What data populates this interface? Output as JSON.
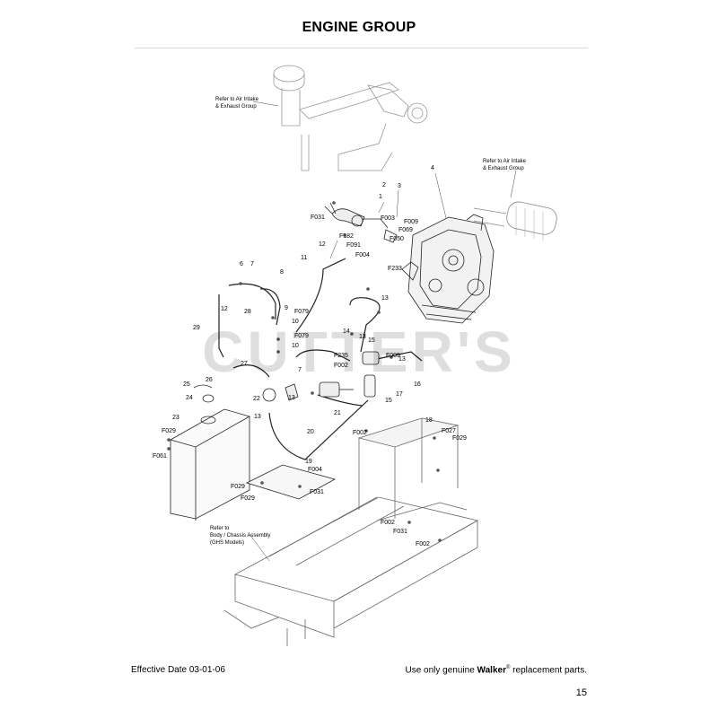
{
  "page": {
    "title": "ENGINE GROUP",
    "watermark": "CUTTER'S",
    "effective_date": "Effective Date 03-01-06",
    "footer_pre": "Use only genuine",
    "footer_brand": "Walker",
    "footer_reg": "®",
    "footer_post": "replacement parts.",
    "page_number": "15"
  },
  "references": [
    {
      "lines": [
        "Refer to Air Intake",
        "& Exhaust Group"
      ]
    },
    {
      "lines": [
        "Refer to Air Intake",
        "& Exhaust Group"
      ]
    },
    {
      "lines": [
        "Refer to",
        "Body / Chassis Assembly",
        "(GHS Models)"
      ]
    }
  ],
  "callouts": [
    "1",
    "2",
    "3",
    "4",
    "F031",
    "F003",
    "F009",
    "F069",
    "F050",
    "F182",
    "F091",
    "F004",
    "F233",
    "F235",
    "F002",
    "F009",
    "F079",
    "F079",
    "6",
    "7",
    "8",
    "9",
    "10",
    "10",
    "11",
    "12",
    "12",
    "13",
    "13",
    "13",
    "13",
    "13",
    "14",
    "15",
    "15",
    "16",
    "17",
    "18",
    "19",
    "20",
    "21",
    "22",
    "23",
    "24",
    "25",
    "26",
    "27",
    "28",
    "29",
    "F027",
    "F029",
    "F002",
    "F029",
    "F061",
    "F029",
    "F004",
    "F031",
    "F029",
    "F031",
    "F002",
    "F002",
    "7"
  ]
}
